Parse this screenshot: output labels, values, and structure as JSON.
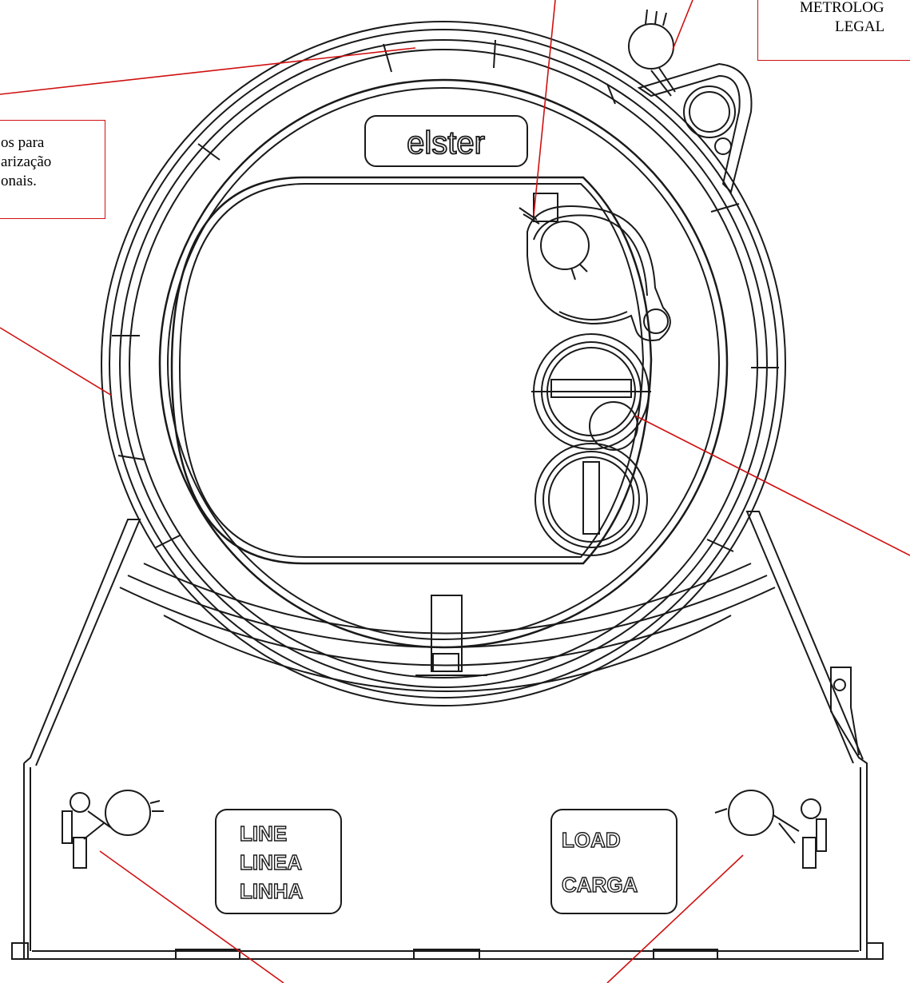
{
  "brand": {
    "logo_text": "elster"
  },
  "terminals": {
    "line_labels": [
      "LINE",
      "LINEA",
      "LINHA"
    ],
    "load_labels": [
      "LOAD",
      "CARGA"
    ]
  },
  "callouts": {
    "left_box": {
      "lines": [
        "os para",
        "arização",
        "onais."
      ]
    },
    "right_box": {
      "lines": [
        "METROLOG",
        "LEGAL"
      ]
    }
  },
  "colors": {
    "leader_line": "#d01010",
    "drawing_stroke": "#1a1a1a",
    "background": "#ffffff"
  }
}
